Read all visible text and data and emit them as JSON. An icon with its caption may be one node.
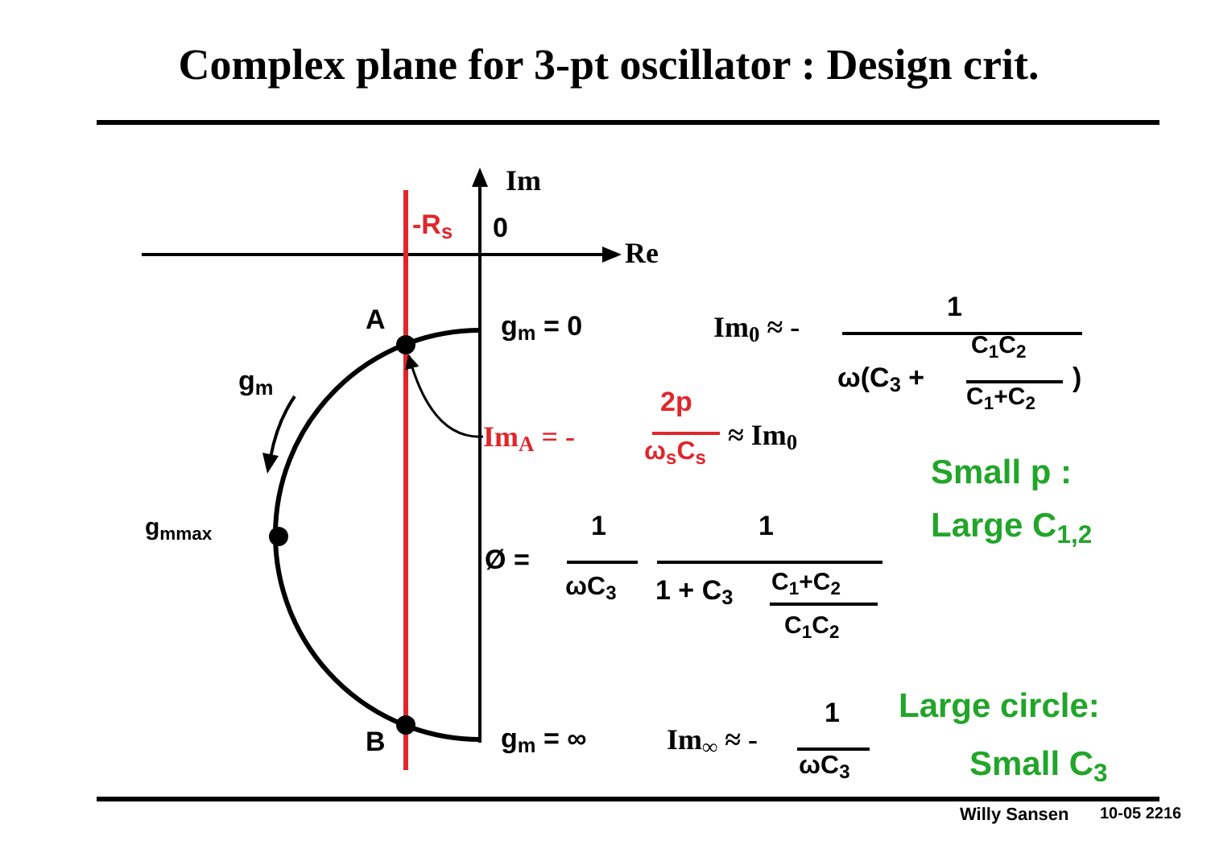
{
  "diagram": {
    "title": "Complex plane for 3-pt oscillator : Design crit.",
    "nodes": [
      {
        "text": [],
        "shape": "circle",
        "beside": [
          "A"
        ]
      },
      {
        "text": [
          "Im$_{A}$ = -"
        ]
      },
      {
        "text": [],
        "shape": "circle",
        "beside": [
          "g$_{mmax}$"
        ]
      },
      {
        "text": [],
        "shape": "circle",
        "beside": [
          "B"
        ]
      }
    ],
    "edges": [
      {
        "from": 1,
        "to": 0,
        "arrow": "to"
      }
    ],
    "labels": [
      "Im",
      "-R$_{s}$",
      "0",
      "Re",
      "g$_{m}$ = 0",
      "Im$_{0}$ ≈ -",
      "1",
      "C$_{1}$C$_{2}$",
      "g$_{m}$",
      "ω(C$_{3}$ +",
      ")",
      "2p",
      "C$_{1}$+C$_{2}$",
      "≈ Im$_{0}$",
      "ω$_{s}$C$_{s}$",
      "Small p :",
      "Large C$_{1,2}$",
      "1",
      "1",
      "Ø =",
      "ωC$_{3}$",
      "1 + C$_{3}$",
      "C$_{1}$+C$_{2}$",
      "C$_{1}$C$_{2}$",
      "Large circle:",
      "1",
      "g$_{m}$ = ∞",
      "Im$_{∞}$ ≈ -",
      "ωC$_{3}$",
      "Small C$_{3}$",
      "Willy Sansen",
      "10-05 2216"
    ]
  }
}
